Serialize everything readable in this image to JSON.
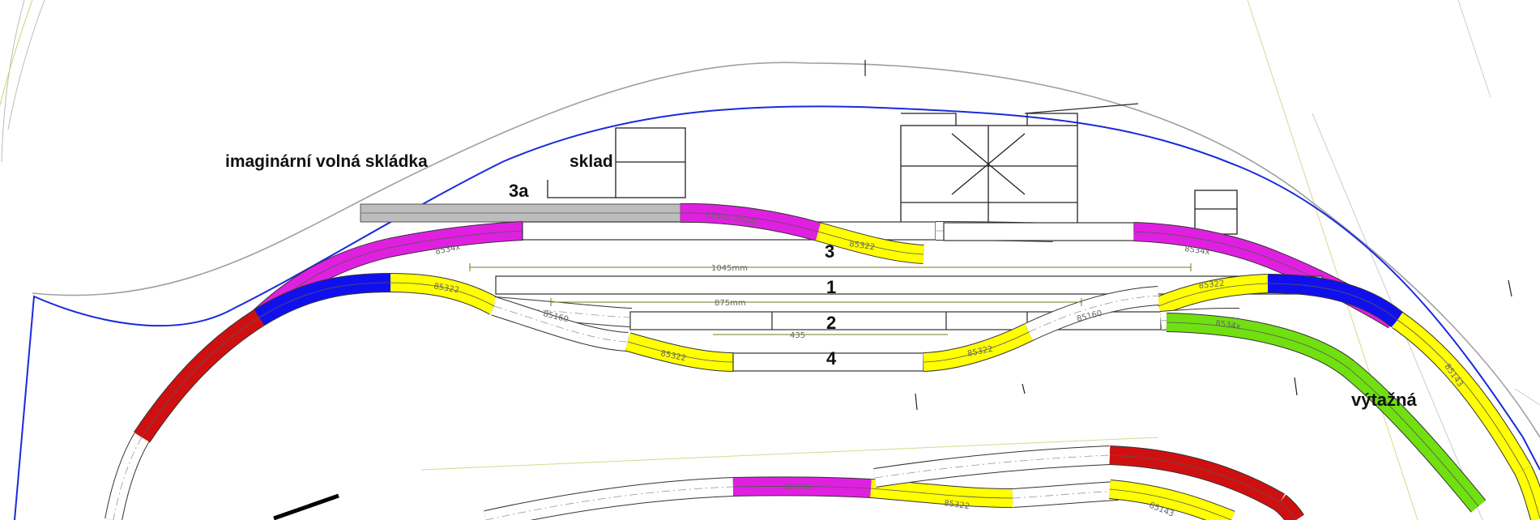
{
  "labels": {
    "storage_area": "imaginární volná skládka",
    "warehouse": "sklad",
    "track_3a": "3a",
    "track_1": "1",
    "track_2": "2",
    "track_3": "3",
    "track_4": "4",
    "headshunt": "výtažná"
  },
  "dimensions": {
    "track_3_length": "1045mm",
    "track_1_length": "875mm",
    "track_2_length": "435"
  },
  "part_numbers": {
    "p8534x": "8534x",
    "p85322": "85322",
    "p85160": "85160",
    "p85143": "85143",
    "p85342": "85342"
  },
  "colors": {
    "background": "#ffffff",
    "magenta": "#e020e0",
    "yellow": "#ffff00",
    "red": "#d01010",
    "blue": "#1010ee",
    "green": "#70e010",
    "siding_grey": "#bdbdbd",
    "boundary_blue": "#1a2adc",
    "terrain_grey": "#9a9a9a",
    "contour_olive": "#c8c880"
  }
}
